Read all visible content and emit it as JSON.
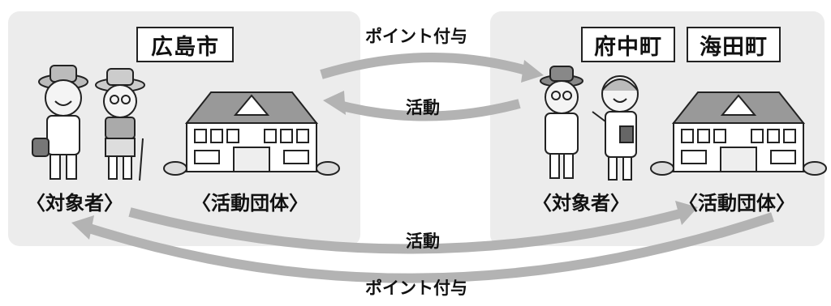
{
  "left_panel": {
    "city": "広島市",
    "captions": [
      "〈対象者〉",
      "〈活動団体〉"
    ]
  },
  "right_panel": {
    "cities": [
      "府中町",
      "海田町"
    ],
    "captions": [
      "〈対象者〉",
      "〈活動団体〉"
    ]
  },
  "flows": {
    "top_right": "ポイント付与",
    "top_left": "活動",
    "bottom_right": "活動",
    "bottom_left": "ポイント付与"
  },
  "colors": {
    "panel": "#ececec",
    "arrow": "#b3b3b3",
    "text": "#111111"
  }
}
